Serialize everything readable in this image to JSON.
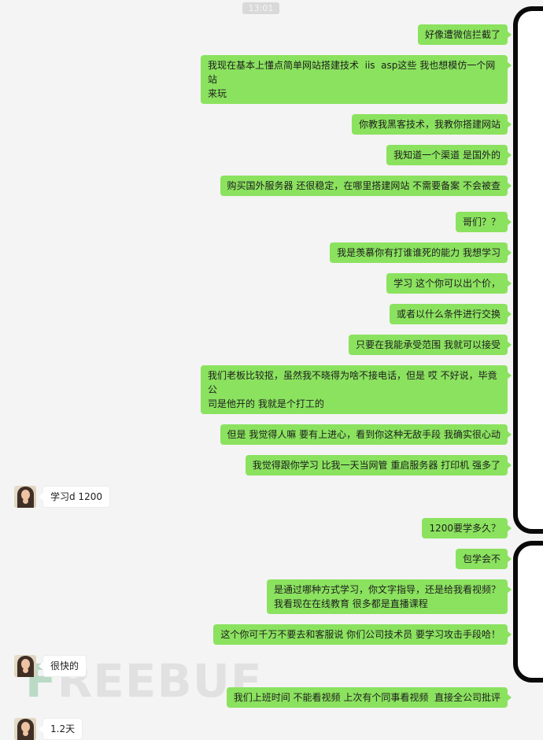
{
  "timestamp": "13:01",
  "watermark": {
    "leading": "F",
    "text": "REEBUF"
  },
  "colors": {
    "background": "#F4F4F4",
    "bubble_green": "#8BE25F",
    "bubble_white": "#FFFFFF",
    "timestamp_badge_bg": "#D9D9D9",
    "frame_black": "#0A0A0A",
    "watermark_green": "#69B485"
  },
  "messages": [
    {
      "side": "right",
      "lines": [
        "好像遭微信拦截了"
      ]
    },
    {
      "side": "right",
      "lines": [
        "我现在基本上懂点简单网站搭建技术  iis  asp这些 我也想模仿一个网站",
        "来玩"
      ]
    },
    {
      "side": "right",
      "lines": [
        "你教我黑客技术，我教你搭建网站"
      ]
    },
    {
      "side": "right",
      "lines": [
        "我知道一个渠道 是国外的"
      ]
    },
    {
      "side": "right",
      "lines": [
        "购买国外服务器 还很稳定，在哪里搭建网站 不需要备案 不会被查"
      ]
    },
    {
      "side": "right",
      "lines": [
        "哥们？？"
      ],
      "extraGap": true
    },
    {
      "side": "right",
      "lines": [
        "我是羡慕你有打谁谁死的能力 我想学习"
      ]
    },
    {
      "side": "right",
      "lines": [
        "学习 这个你可以出个价，"
      ]
    },
    {
      "side": "right",
      "lines": [
        "或者以什么条件进行交换"
      ]
    },
    {
      "side": "right",
      "lines": [
        "只要在我能承受范围 我就可以接受"
      ]
    },
    {
      "side": "right",
      "lines": [
        "我们老板比较抠，虽然我不晓得为啥不接电话，但是 哎 不好说，毕竟公",
        "司是他开的 我就是个打工的"
      ]
    },
    {
      "side": "right",
      "lines": [
        "但是 我觉得人嘛 要有上进心，看到你这种无敌手段 我确实很心动"
      ]
    },
    {
      "side": "right",
      "lines": [
        "我觉得跟你学习 比我一天当网管 重启服务器 打印机 强多了"
      ]
    },
    {
      "side": "left",
      "lines": [
        "学习d 1200"
      ]
    },
    {
      "side": "right",
      "lines": [
        "1200要学多久？"
      ]
    },
    {
      "side": "right",
      "lines": [
        "包学会不"
      ]
    },
    {
      "side": "right",
      "lines": [
        "是通过哪种方式学习，你文字指导，还是给我看视频？",
        "我看现在在线教育 很多都是直播课程"
      ]
    },
    {
      "side": "right",
      "lines": [
        "这个你可千万不要去和客服说 你们公司技术员 要学习攻击手段哈！"
      ]
    },
    {
      "side": "left",
      "lines": [
        "很快的"
      ]
    },
    {
      "side": "right",
      "lines": [
        "我们上班时间 不能看视频 上次有个同事看视频  直接全公司批评"
      ]
    },
    {
      "side": "left",
      "lines": [
        "1.2天"
      ]
    }
  ]
}
